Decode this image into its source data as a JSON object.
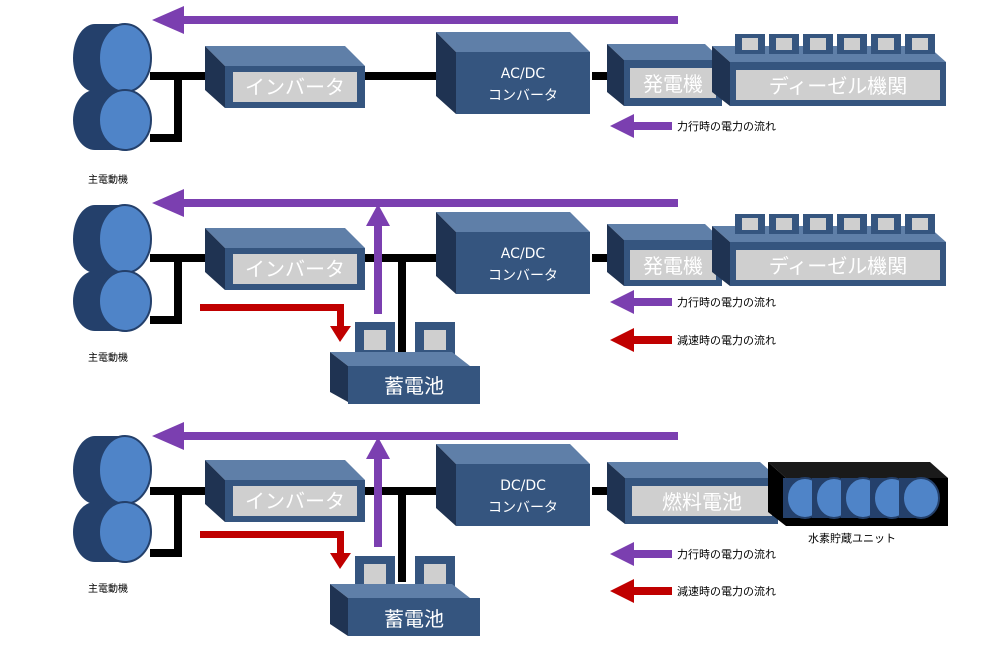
{
  "colors": {
    "purple_arrow": "#7b3fb0",
    "red_arrow": "#c00000",
    "box_front": "#35557f",
    "box_top": "#5f7fa8",
    "box_side": "#1f3352",
    "label_face": "#cfcfcf",
    "cylinder": "#4f84c8",
    "cylinder_dark": "#24406b",
    "connector": "#000000"
  },
  "rows": [
    {
      "motor_label": "主電動機",
      "inverter_label": "インバータ",
      "converter_label_1": "AC/DC",
      "converter_label_2": "コンバータ",
      "generator_label": "発電機",
      "source_label": "ディーゼル機関",
      "legend": [
        {
          "text": "力行時の電力の流れ",
          "color": "purple"
        }
      ]
    },
    {
      "motor_label": "主電動機",
      "inverter_label": "インバータ",
      "converter_label_1": "AC/DC",
      "converter_label_2": "コンバータ",
      "generator_label": "発電機",
      "source_label": "ディーゼル機関",
      "battery_label": "蓄電池",
      "legend": [
        {
          "text": "力行時の電力の流れ",
          "color": "purple"
        },
        {
          "text": "減速時の電力の流れ",
          "color": "red"
        }
      ]
    },
    {
      "motor_label": "主電動機",
      "inverter_label": "インバータ",
      "converter_label_1": "DC/DC",
      "converter_label_2": "コンバータ",
      "generator_label": "燃料電池",
      "tank_label": "水素貯蔵ユニット",
      "battery_label": "蓄電池",
      "legend": [
        {
          "text": "力行時の電力の流れ",
          "color": "purple"
        },
        {
          "text": "減速時の電力の流れ",
          "color": "red"
        }
      ]
    }
  ]
}
